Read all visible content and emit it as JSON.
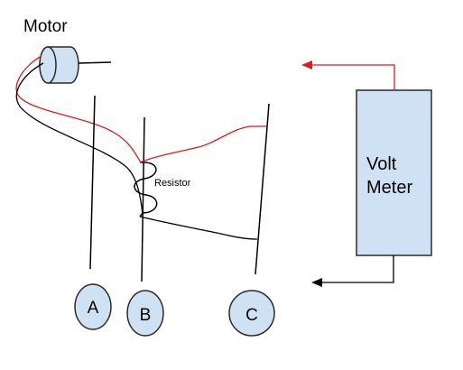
{
  "motor": {
    "label": "Motor"
  },
  "resistor": {
    "label": "Resistor"
  },
  "voltmeter": {
    "line1": "Volt",
    "line2": "Meter"
  },
  "nodes": [
    {
      "label": "A"
    },
    {
      "label": "B"
    },
    {
      "label": "C"
    }
  ],
  "colors": {
    "shape_fill": "#cfe2f3",
    "shape_stroke": "#2b2b2b",
    "wire_black": "#000000",
    "wire_red": "#e11b1b"
  }
}
